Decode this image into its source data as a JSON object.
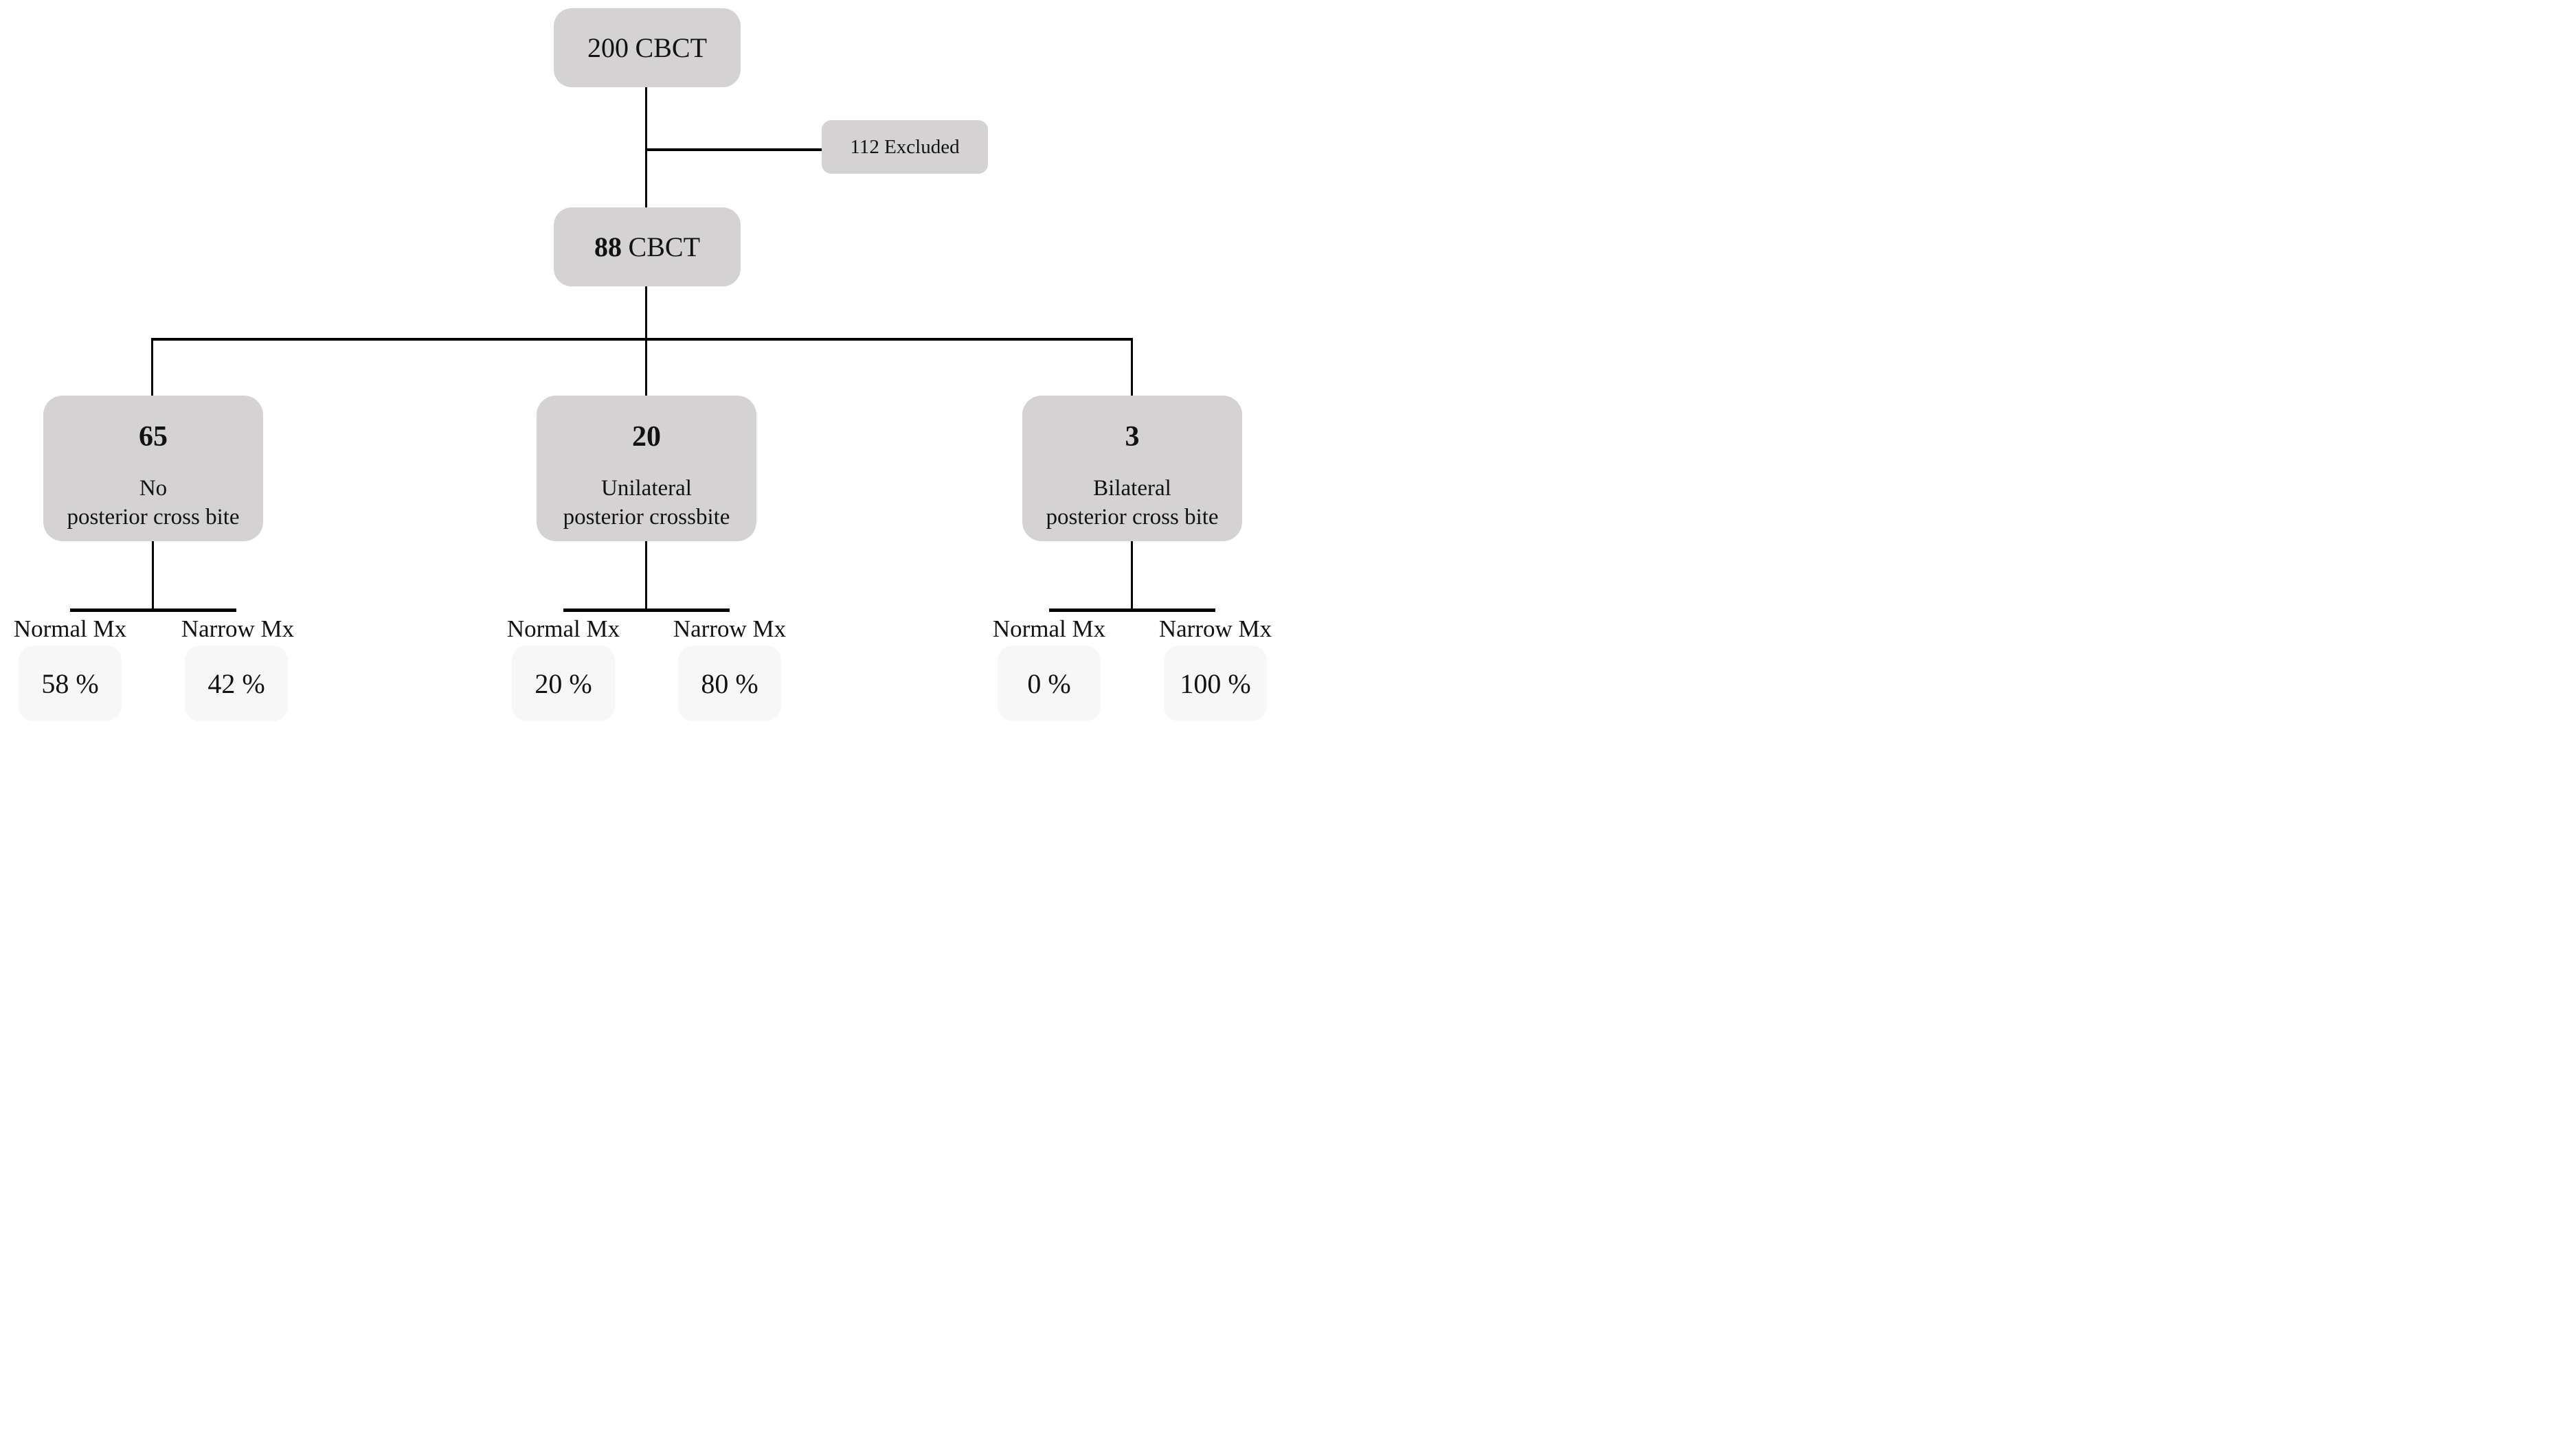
{
  "flowchart": {
    "root": {
      "count": "200",
      "unit": "CBCT"
    },
    "excluded_label": "112 Excluded",
    "included": {
      "count": "88",
      "unit": "CBCT"
    },
    "branches": [
      {
        "count": "65",
        "label_line1": "No",
        "label_line2": "posterior cross bite",
        "outcomes": [
          {
            "label": "Normal Mx",
            "value": "58 %"
          },
          {
            "label": "Narrow Mx",
            "value": "42 %"
          }
        ]
      },
      {
        "count": "20",
        "label_line1": "Unilateral",
        "label_line2": "posterior crossbite",
        "outcomes": [
          {
            "label": "Normal Mx",
            "value": "20 %"
          },
          {
            "label": "Narrow Mx",
            "value": "80 %"
          }
        ]
      },
      {
        "count": "3",
        "label_line1": "Bilateral",
        "label_line2": "posterior cross bite",
        "outcomes": [
          {
            "label": "Normal Mx",
            "value": "0 %"
          },
          {
            "label": "Narrow Mx",
            "value": "100 %"
          }
        ]
      }
    ],
    "colors": {
      "node_fill": "#d4d2d2",
      "percent_fill": "#f7f7f7",
      "line": "#000000",
      "text": "#121212"
    }
  }
}
